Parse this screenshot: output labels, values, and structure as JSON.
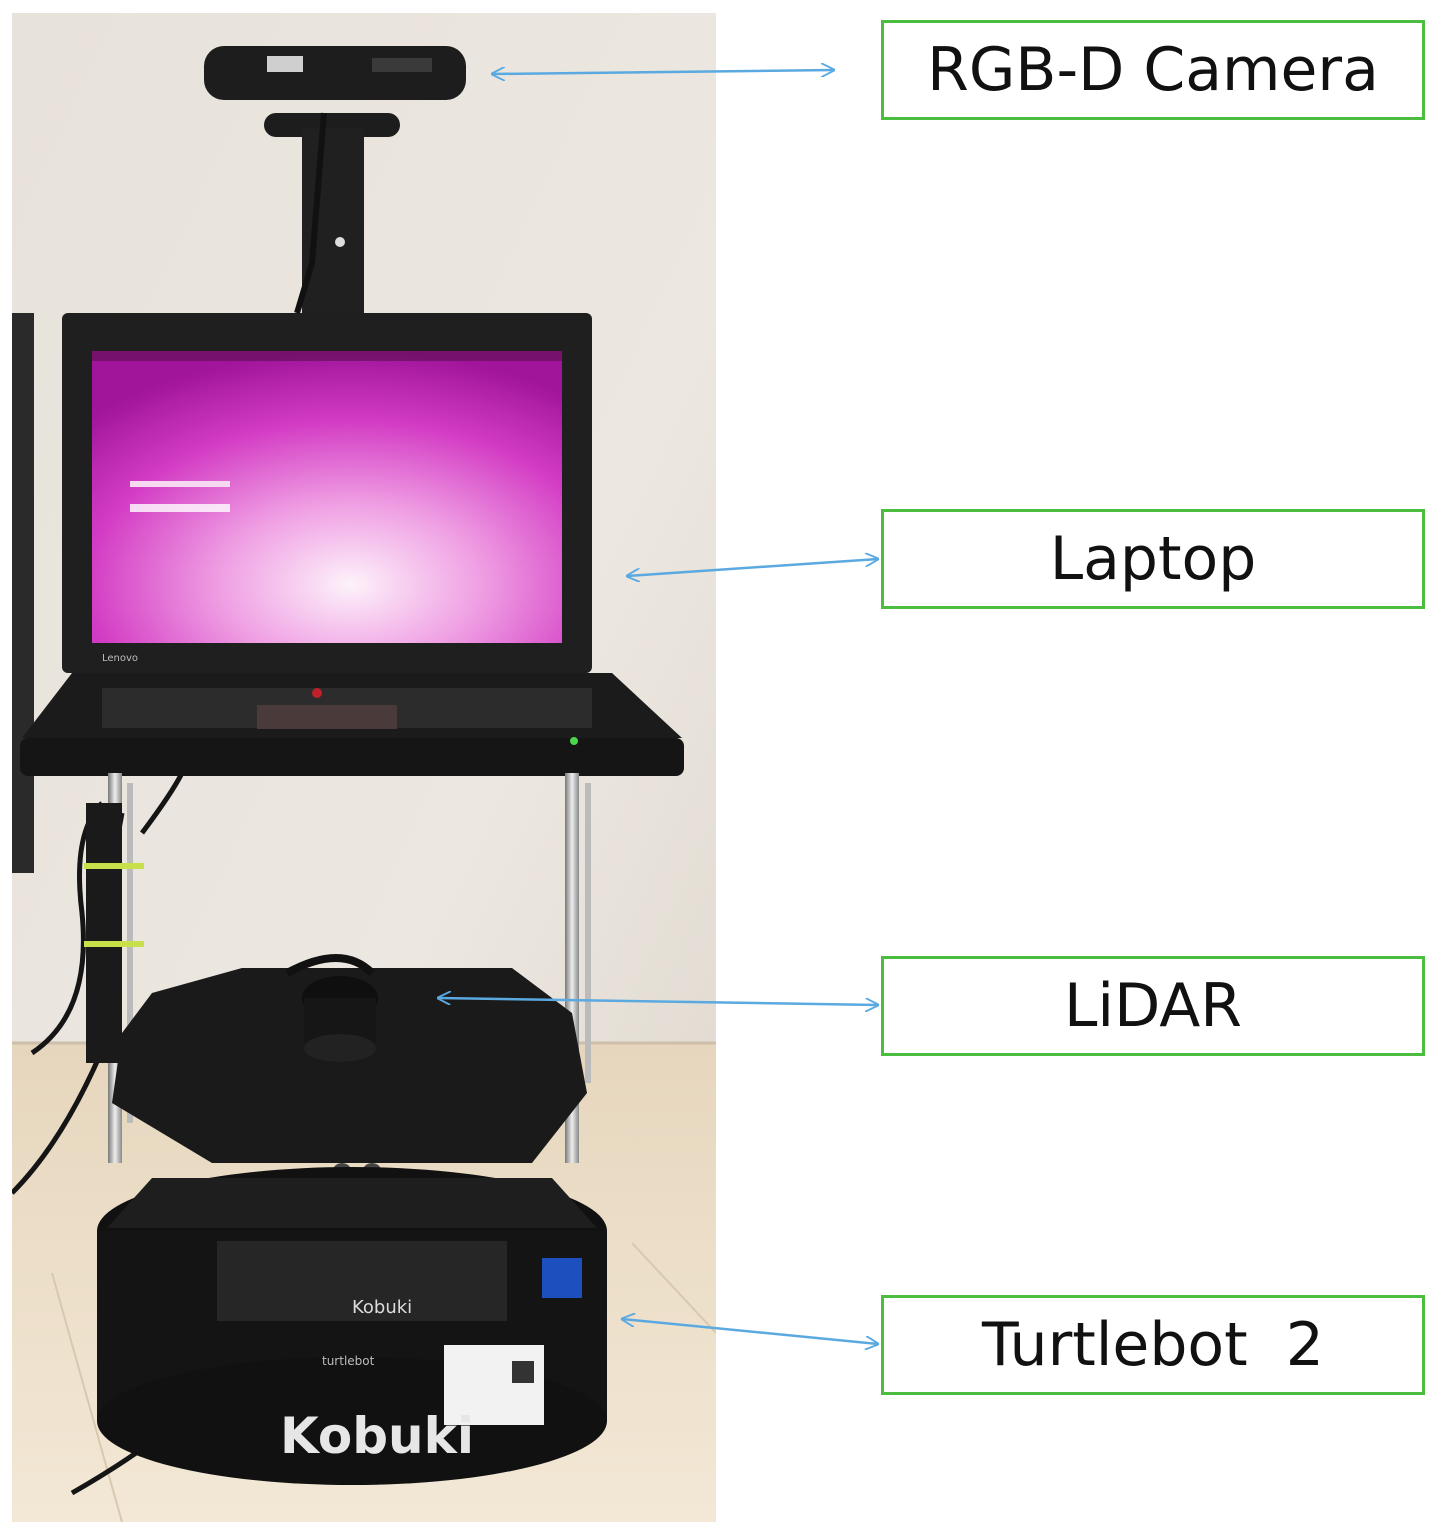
{
  "labels": [
    {
      "id": "camera",
      "text": "RGB-D Camera"
    },
    {
      "id": "laptop",
      "text": "Laptop"
    },
    {
      "id": "lidar",
      "text": "LiDAR"
    },
    {
      "id": "turtlebot",
      "text": "Turtlebot  2"
    }
  ],
  "photo": {
    "laptop_brand": "Lenovo",
    "base_brand": "Kobuki",
    "panel_brand": "Kobuki",
    "base_tag": "turtlebot"
  },
  "colors": {
    "box_border": "#4bbd3f",
    "arrow": "#5aa9e0",
    "wall": "#e9e4dd",
    "floor": "#efe3cf",
    "screen": "#c21cb0"
  }
}
